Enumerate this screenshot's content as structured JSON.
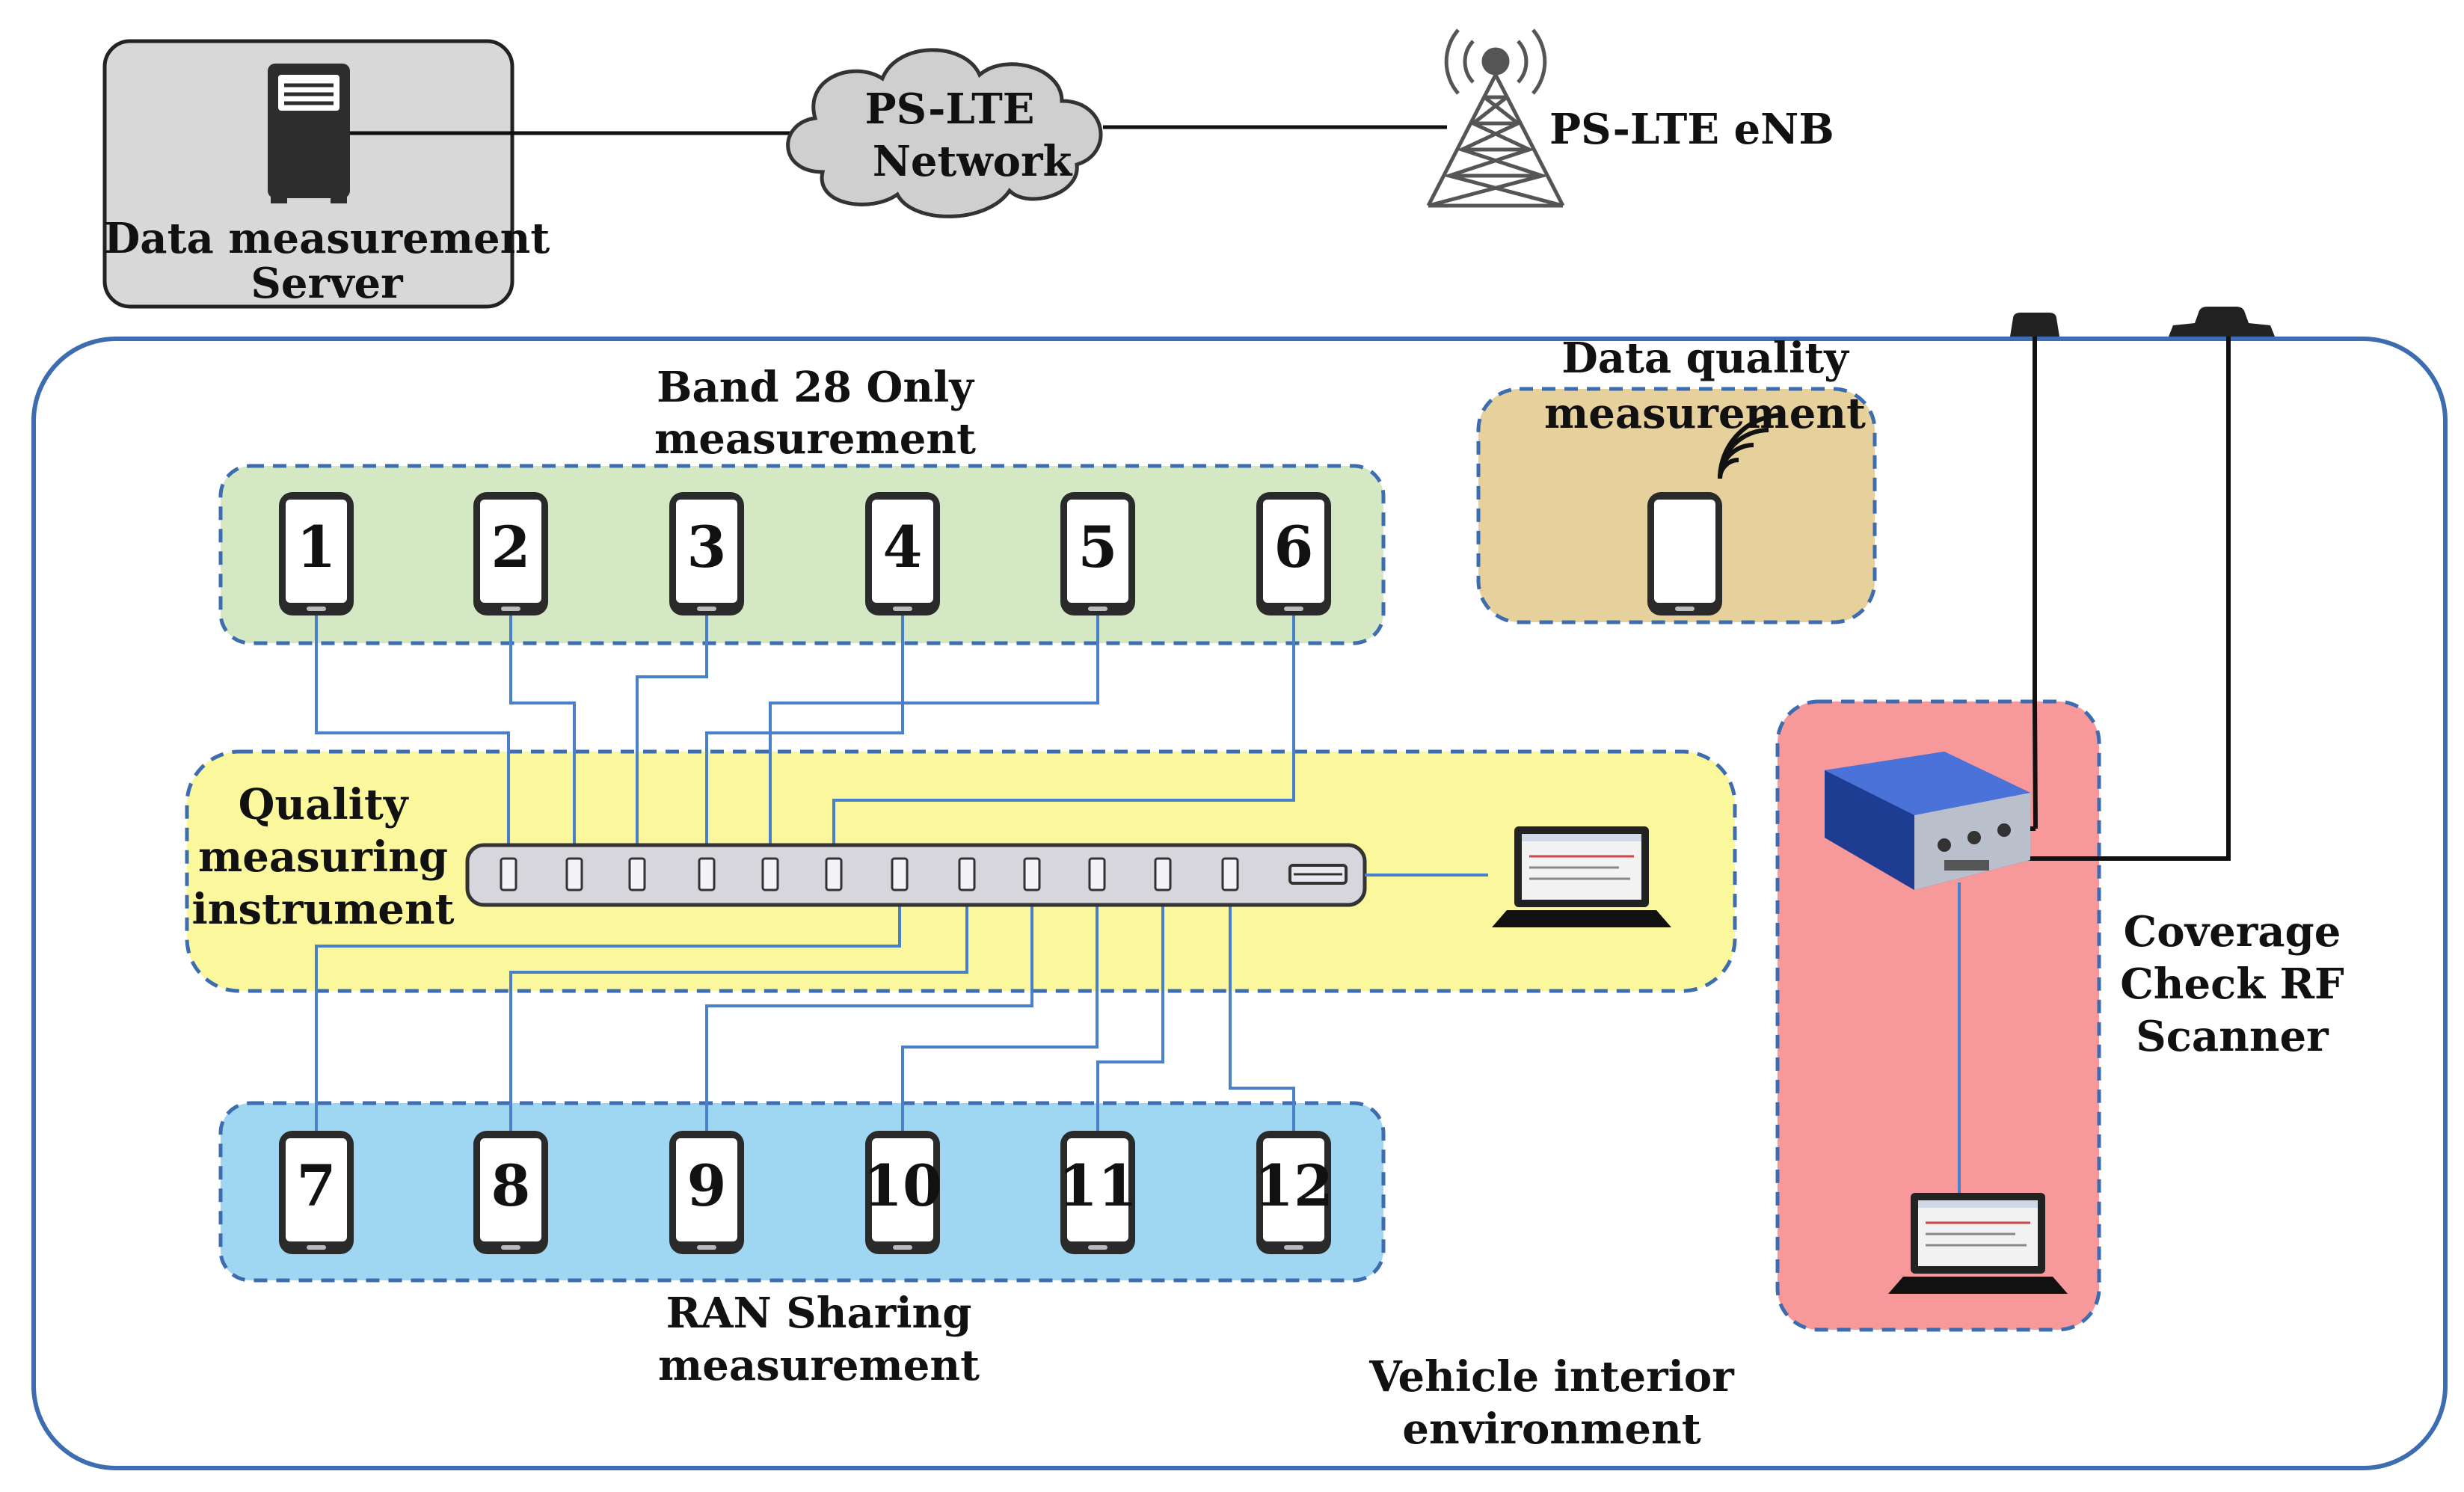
{
  "server": {
    "label_line1": "Data measurement",
    "label_line2": "Server"
  },
  "cloud": {
    "label_line1": "PS-LTE",
    "label_line2": "Network"
  },
  "enb": {
    "label": "PS-LTE eNB"
  },
  "band28": {
    "label_line1": "Band 28 Only",
    "label_line2": "measurement"
  },
  "data_quality": {
    "label_line1": "Data quality",
    "label_line2": "measurement"
  },
  "instrument": {
    "label_line1": "Quality",
    "label_line2": "measuring",
    "label_line3": "instrument"
  },
  "ran": {
    "label_line1": "RAN Sharing",
    "label_line2": "measurement"
  },
  "scanner": {
    "label_line1": "Coverage",
    "label_line2": "Check RF",
    "label_line3": "Scanner"
  },
  "vehicle": {
    "label_line1": "Vehicle interior",
    "label_line2": "environment"
  },
  "phones_top": [
    "1",
    "2",
    "3",
    "4",
    "5",
    "6"
  ],
  "phones_bottom": [
    "7",
    "8",
    "9",
    "10",
    "11",
    "12"
  ],
  "colors": {
    "band28_fill": "#d4e8c4",
    "instrument_fill": "#fbf79c",
    "ran_fill": "#9fd7f2",
    "data_quality_fill": "#e6d19d",
    "scanner_fill": "#f7999a",
    "group_border": "#3d6db0",
    "wire": "#4a7fc9"
  }
}
